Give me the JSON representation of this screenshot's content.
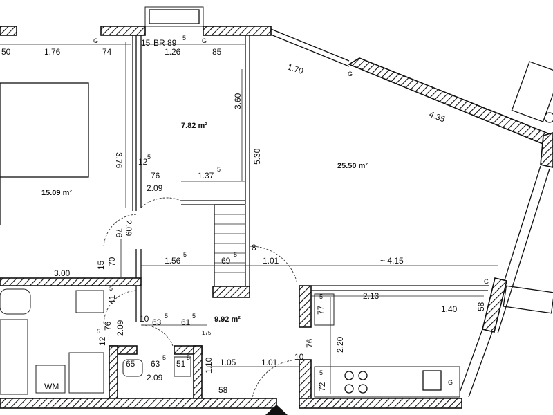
{
  "rooms": {
    "left_room_area": "15.09 m²",
    "small_room_area": "7.82 m²",
    "living_area": "25.50 m²",
    "hall_area": "9.92 m²"
  },
  "labels": {
    "br": "BR 89",
    "br_sup": "5",
    "wm": "WM"
  },
  "dimensions": {
    "top_50": "50",
    "top_176": "1.76",
    "top_74": "74",
    "top_15": "15",
    "top_126": "1.26",
    "top_85": "85",
    "diag_170": "1.70",
    "diag_435": "4.35",
    "v_376": "3.76",
    "v_360": "3.60",
    "v_530": "5.30",
    "d_12": "12",
    "d_12_sup": "5",
    "d_76a": "76",
    "d_209a": "2.09",
    "d_137": "1.37",
    "d_137_sup": "5",
    "d_76b": "76",
    "d_209b": "2.09",
    "d_8": "8",
    "d_15": "15",
    "d_70": "70",
    "d_156": "1.56",
    "d_156_sup": "5",
    "d_69": "69",
    "d_69_sup": "5",
    "d_101a": "1.01",
    "d_415": "~ 4.15",
    "d_300": "3.00",
    "d_41": "41",
    "d_41_sup": "5",
    "d_213": "2.13",
    "d_140": "1.40",
    "d_77": "77",
    "d_77_sup": "5",
    "d_58a": "58",
    "d_76c": "76",
    "d_209c": "2.09",
    "d_10": "10",
    "d_63a": "63",
    "d_63a_sup": "5",
    "d_61": "61",
    "d_61_sup": "5",
    "d_175": "175",
    "d_12b": "12",
    "d_12b_sup": "5",
    "d_76d": "76",
    "d_220": "2.20",
    "d_65": "65",
    "d_63b": "63",
    "d_63b_sup": "5",
    "d_51": "51",
    "d_51_sup": "5",
    "d_110": "1.10",
    "d_105": "1.05",
    "d_101b": "1.01",
    "d_10b": "10",
    "d_72": "72",
    "d_72_sup": "5",
    "d_209d": "2.09",
    "d_58b": "58"
  },
  "markers": {
    "g": "G"
  }
}
